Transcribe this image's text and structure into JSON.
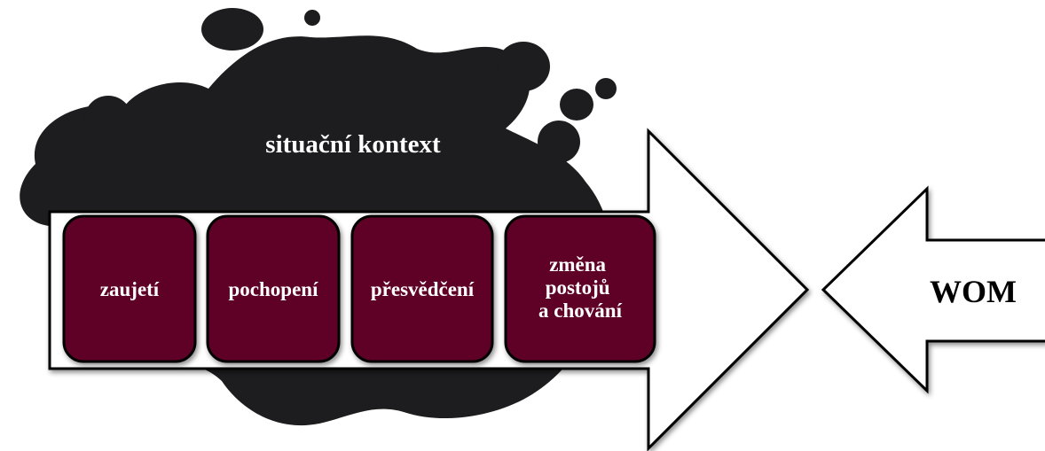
{
  "context": {
    "label": "situační kontext",
    "color": "#1d1d1f"
  },
  "process": {
    "steps": [
      {
        "lines": [
          "zaujetí"
        ]
      },
      {
        "lines": [
          "pochopení"
        ]
      },
      {
        "lines": [
          "přesvědčení"
        ]
      },
      {
        "lines": [
          "změna",
          "postojů",
          "a chování"
        ]
      }
    ],
    "step_color": "#5e0028"
  },
  "wom": {
    "label": "WOM"
  }
}
